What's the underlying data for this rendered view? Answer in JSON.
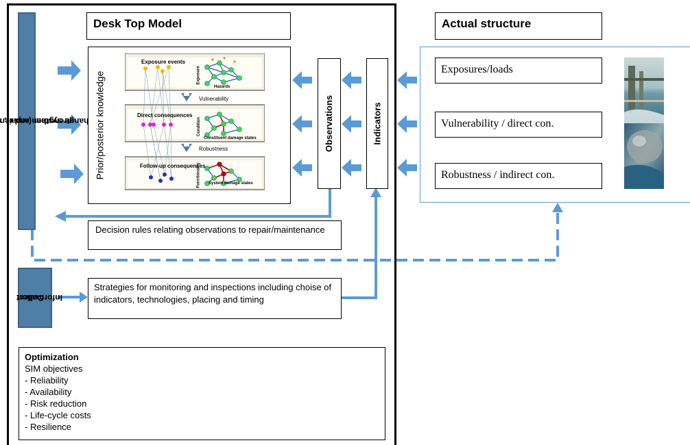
{
  "desk_top_model": {
    "title": "Desk Top Model",
    "prior_posterior": "Prior/posterior knowledge",
    "observations": "Observations",
    "indicators": "Indicators",
    "panels": {
      "exposure": {
        "heading": "Exposure events",
        "side": "Exposure",
        "caption": "Hazards"
      },
      "vulnerability_label": "Vulnerability",
      "condition": {
        "heading": "Direct consequences",
        "side": "Condition",
        "caption": "Constituent damage states"
      },
      "robustness_label": "Robustness",
      "functionality": {
        "heading": "Follow-up consequences",
        "side": "Functionality",
        "caption": "System damage states"
      }
    }
  },
  "actual_structure": {
    "title": "Actual structure",
    "items": [
      "Exposures/loads",
      "Vulnerability / direct con.",
      "Robustness / indirect con."
    ]
  },
  "left_side": {
    "change_system": [
      "Change system (repair, maintenance,",
      "strengthen and renew"
    ],
    "collect_information": [
      "Collect",
      "Information"
    ]
  },
  "decision_rules": "Decision rules relating observations to repair/maintenance",
  "strategies": "Strategies for monitoring and inspections including choise of indicators, technologies, placing and timing",
  "optimization": {
    "title": "Optimization",
    "subtitle": "SIM objectives",
    "items": [
      "- Reliability",
      "- Availability",
      "- Risk reduction",
      "- Life-cycle costs",
      "- Resilience"
    ]
  },
  "colors": {
    "arrow": "#5b9bd5",
    "red_edge": "#c00000",
    "panel_bg": "#f2f1e4"
  }
}
